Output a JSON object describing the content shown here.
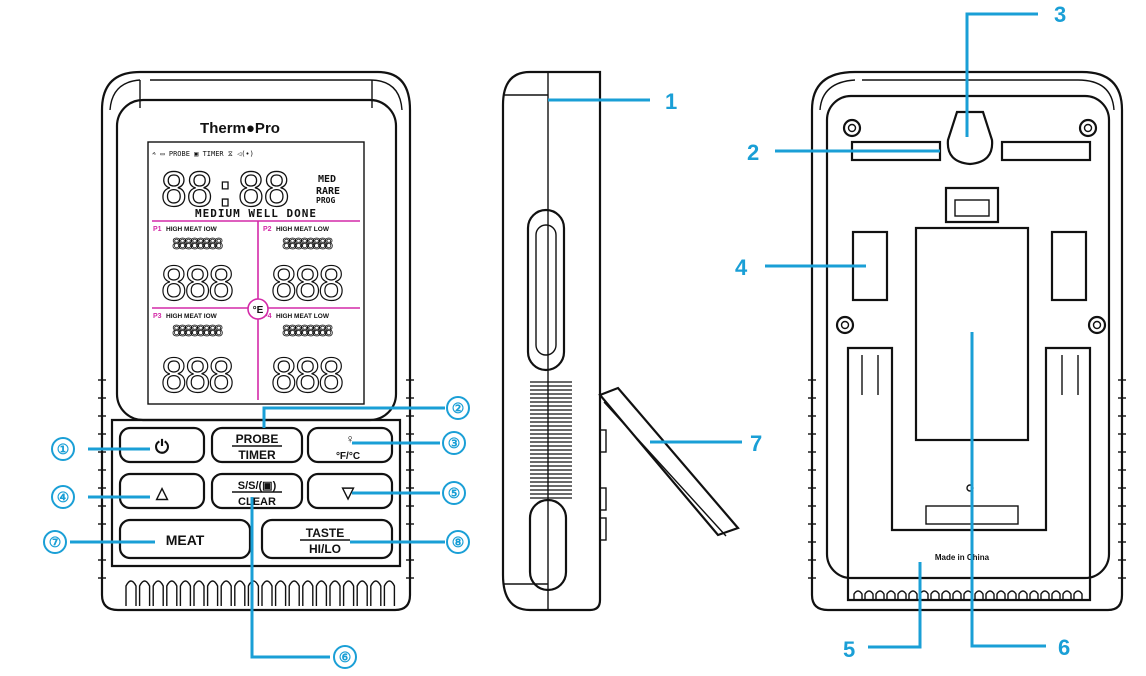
{
  "front": {
    "brand": "Therm●Pro",
    "lcd": {
      "top_icons": "⩪  ▭   PROBE ▣        TIMER ⧖    ◁(•)",
      "main_digits": "88:88",
      "mode_lines": [
        "MED",
        "RARE",
        "PROG"
      ],
      "doneness_line": "MEDIUM WELL DONE",
      "probe_labels": [
        "P1",
        "P2",
        "P3",
        "P4"
      ],
      "high_meat_low": "HIGH MEAT LOW",
      "high_meat_low_left": "HIGH MEAT IOW",
      "small_digits": "88888888",
      "big_digits": "888",
      "unit": "°E"
    },
    "buttons": {
      "power": "⏻",
      "probe": "PROBE",
      "timer": "TIMER",
      "light": "♀",
      "units": "°F/°C",
      "up": "△",
      "sss": "S/S/(▣)",
      "clear": "CLEAR",
      "down": "▽",
      "meat": "MEAT",
      "taste": "TASTE",
      "hilo": "HI/LO"
    },
    "callouts": [
      "①",
      "②",
      "③",
      "④",
      "⑤",
      "⑥",
      "⑦",
      "⑧"
    ]
  },
  "side": {
    "callouts": [
      "1",
      "7"
    ]
  },
  "back": {
    "made_in": "Made in China",
    "callouts": [
      "2",
      "3",
      "4",
      "5",
      "6"
    ]
  },
  "colors": {
    "callout": "#1a9fd6",
    "lcd_divider": "#d42aa8",
    "brand_dot": "#e02020"
  }
}
